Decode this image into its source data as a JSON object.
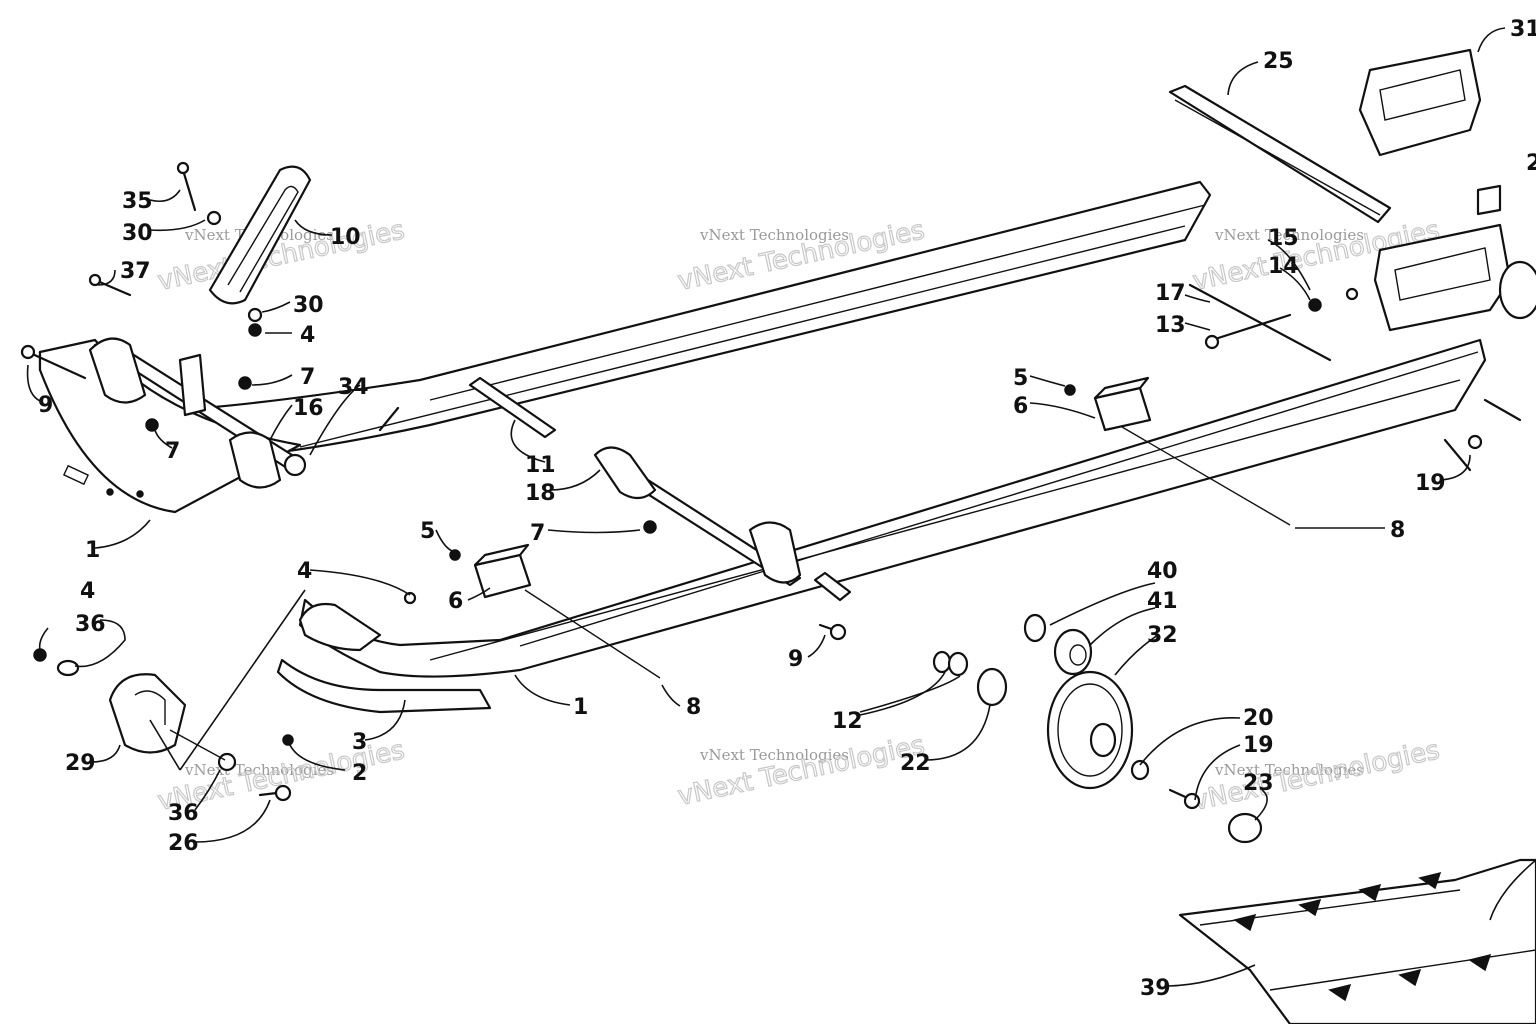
{
  "labels": {
    "l31": "31",
    "l25": "25",
    "l35": "35",
    "l30a": "30",
    "l10": "10",
    "l37": "37",
    "l30b": "30",
    "l4a": "4",
    "l7a": "7",
    "l9a": "9",
    "l34": "34",
    "l7b": "7",
    "l16": "16",
    "l1a": "1",
    "l11": "11",
    "l18": "18",
    "l7c": "7",
    "l15": "15",
    "l14": "14",
    "l17": "17",
    "l13": "13",
    "l5a": "5",
    "l6a": "6",
    "l19a": "19",
    "l8a": "8",
    "l5b": "5",
    "l6b": "6",
    "l4b": "4",
    "l4c": "4",
    "l36a": "36",
    "l9b": "9",
    "l40": "40",
    "l41": "41",
    "l32": "32",
    "l1b": "1",
    "l8b": "8",
    "l3": "3",
    "l2": "2",
    "l29": "29",
    "l12": "12",
    "l22": "22",
    "l20": "20",
    "l19b": "19",
    "l23": "23",
    "l36b": "36",
    "l26": "26",
    "l39": "39",
    "l2c": "2"
  },
  "watermark": {
    "small": "vNext Technologies",
    "large": "vNext Technologies"
  }
}
